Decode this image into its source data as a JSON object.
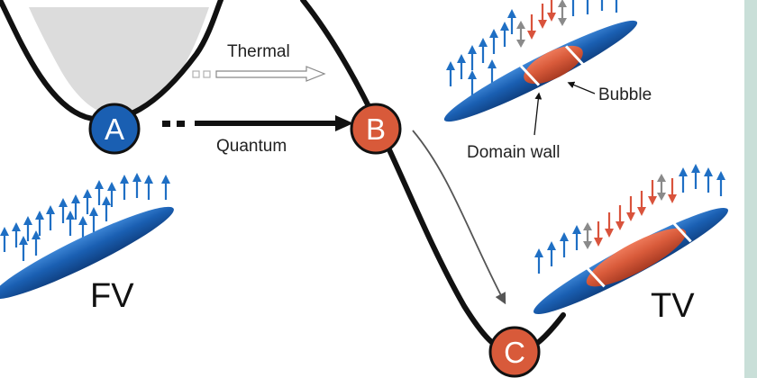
{
  "colors": {
    "background": "#ffffff",
    "side_strip": "#c9dfd8",
    "curve": "#111111",
    "fill_well": "#dcdcdc",
    "spin_up": "#1f6fc4",
    "spin_down": "#d9533c",
    "spin_wall": "#8a8a8a",
    "ellipse_blue": "#1a5fb2",
    "ellipse_red": "#d85a3a",
    "state_A": "#1a5fb2",
    "state_BC": "#d85a3a"
  },
  "states": {
    "A": "A",
    "B": "B",
    "C": "C"
  },
  "labels": {
    "thermal": "Thermal",
    "quantum": "Quantum",
    "bubble": "Bubble",
    "domain_wall": "Domain wall",
    "false_vacuum": "FV",
    "true_vacuum": "TV"
  },
  "icons": {
    "spin_arrow": "arrow-icon",
    "state_marker": "circle-icon"
  }
}
